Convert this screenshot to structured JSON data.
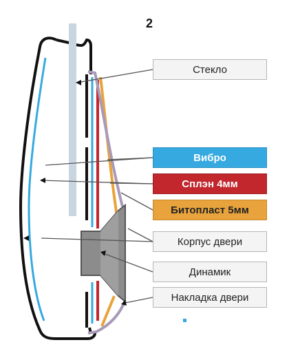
{
  "figure_number": "2",
  "labels": {
    "glass": "Стекло",
    "vibro": "Вибро",
    "splen": "Сплэн 4мм",
    "bitoplast": "Битопласт 5мм",
    "door_body": "Корпус двери",
    "speaker": "Динамик",
    "door_trim": "Накладка двери"
  },
  "colors": {
    "outline": "#111111",
    "glass": "#c9d6e2",
    "vibro": "#35a9e0",
    "splen": "#c1272d",
    "bitoplast": "#e8a33c",
    "trim": "#a89ab8",
    "speaker": "#8c8c8c",
    "box_bg": "#f4f4f4",
    "box_border": "#b5b5b5",
    "leader": "#555555"
  }
}
